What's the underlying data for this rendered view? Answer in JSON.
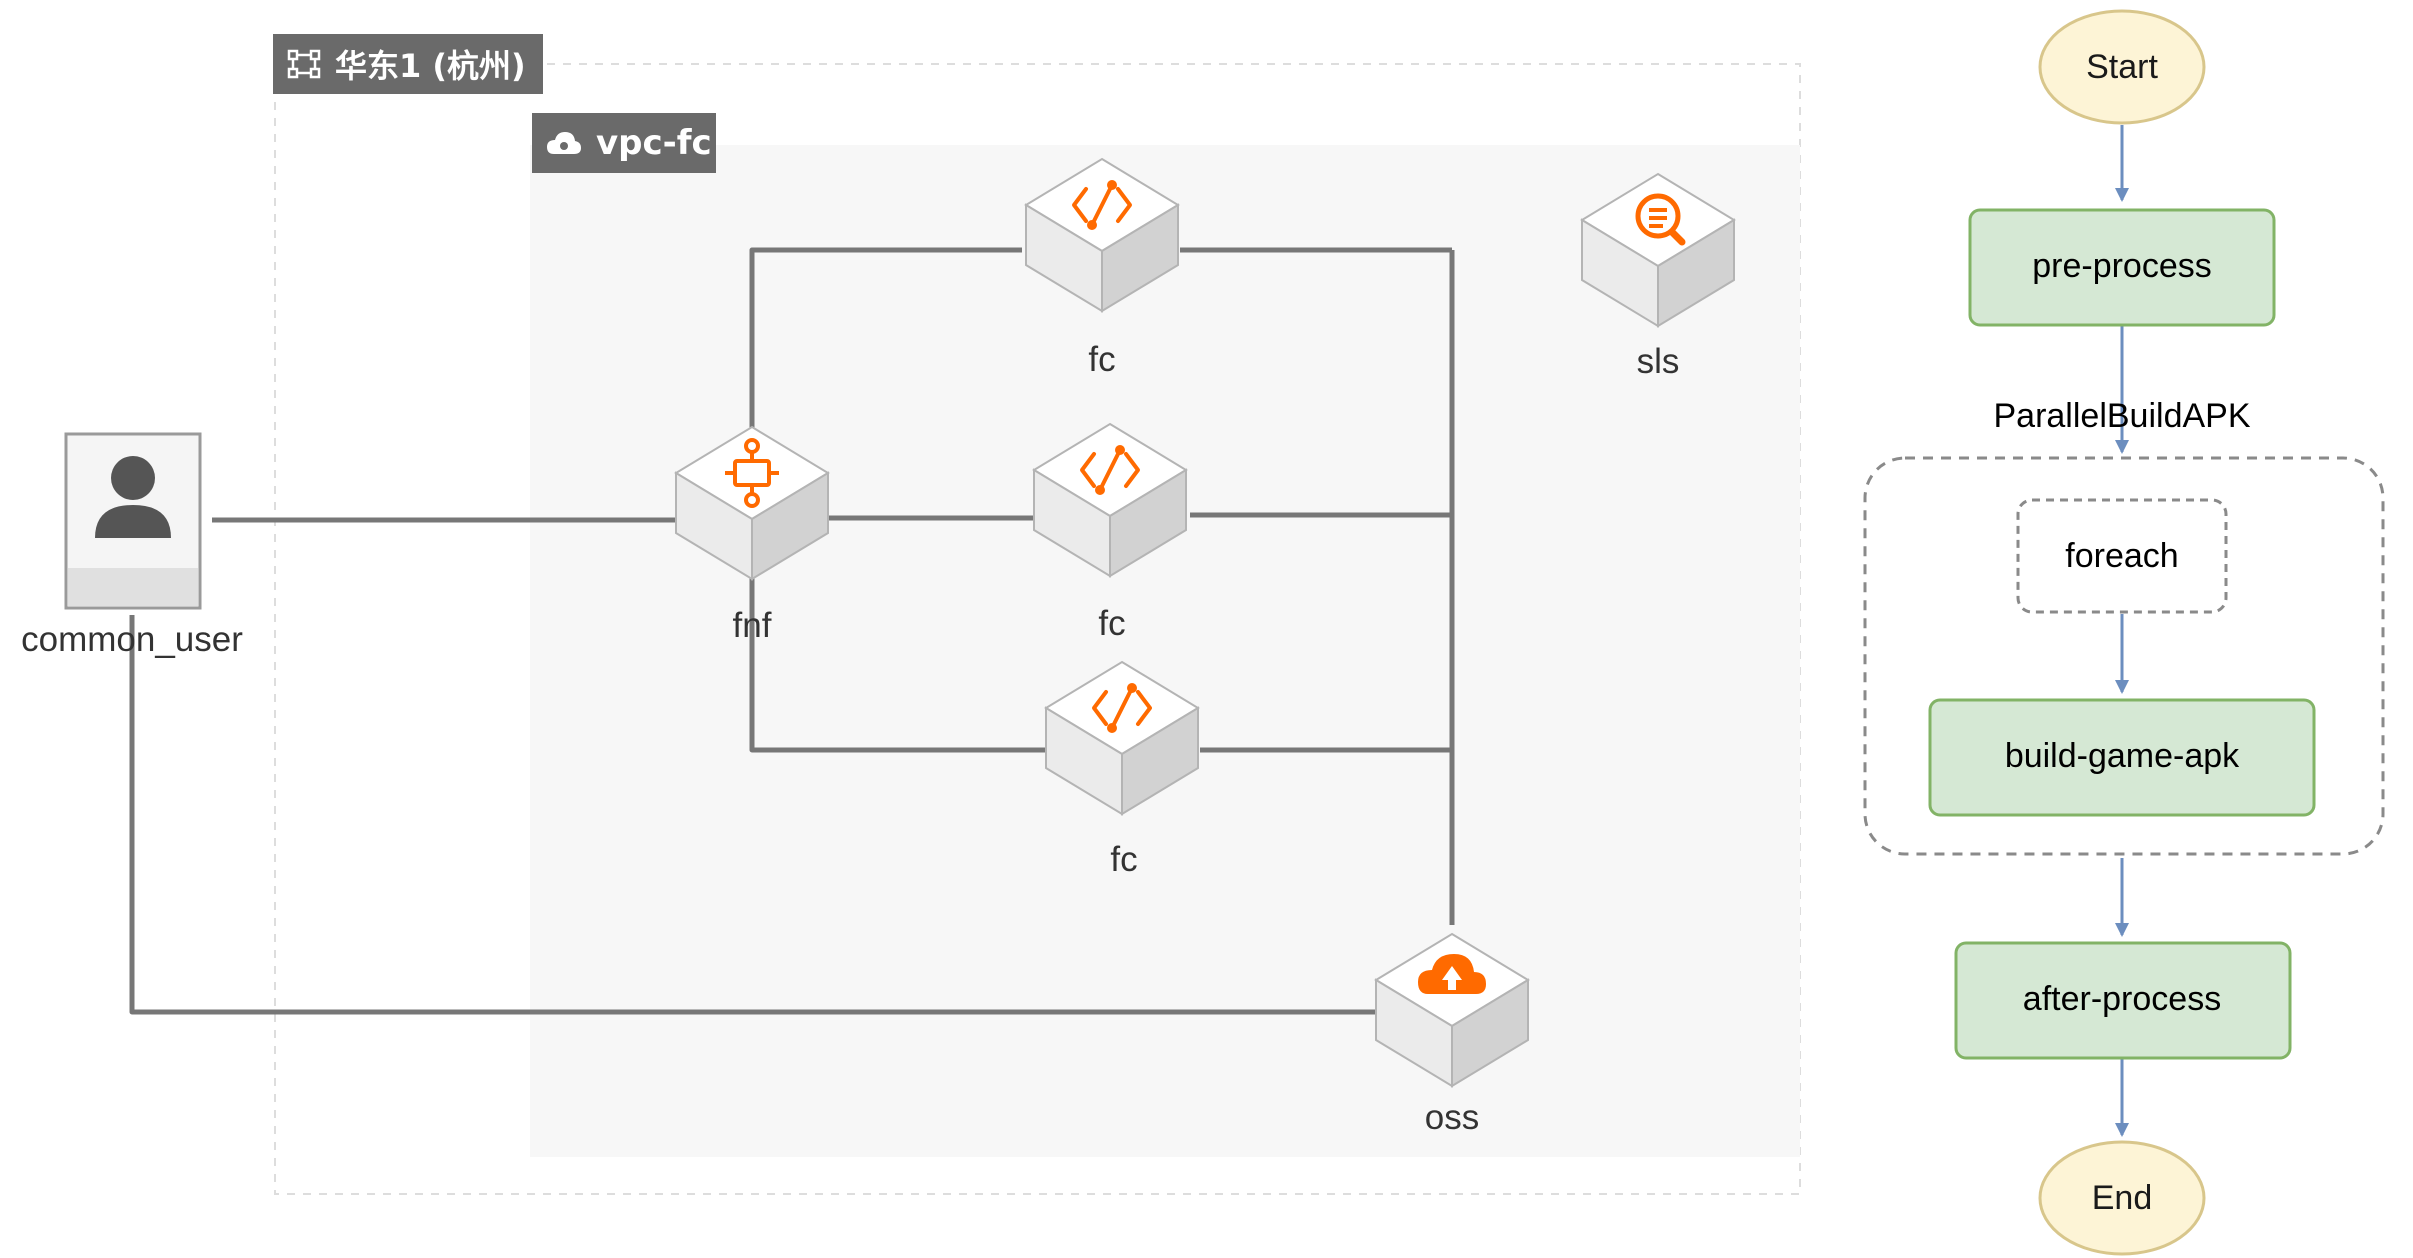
{
  "architecture": {
    "region_label": "华东1 (杭州)",
    "vpc_label": "vpc-fc",
    "nodes": {
      "common_user": {
        "label": "common_user",
        "icon": "user-icon"
      },
      "fnf": {
        "label": "fnf",
        "icon": "workflow-icon"
      },
      "fc_top": {
        "label": "fc",
        "icon": "function-compute-icon"
      },
      "fc_mid": {
        "label": "fc",
        "icon": "function-compute-icon"
      },
      "fc_bottom": {
        "label": "fc",
        "icon": "function-compute-icon"
      },
      "sls": {
        "label": "sls",
        "icon": "log-service-icon"
      },
      "oss": {
        "label": "oss",
        "icon": "object-storage-icon"
      }
    },
    "colors": {
      "accent": "#ff6a00",
      "connector": "#777777",
      "label_bg": "#6a6a6a"
    }
  },
  "flowchart": {
    "start": "Start",
    "pre_process": "pre-process",
    "parallel_label": "ParallelBuildAPK",
    "foreach": "foreach",
    "build": "build-game-apk",
    "after_process": "after-process",
    "end": "End",
    "colors": {
      "terminal_fill": "#fdf4d6",
      "terminal_stroke": "#d8c68b",
      "step_fill": "#d5e8d4",
      "step_stroke": "#82b366",
      "arrow": "#6c8ebf",
      "step_text": "#6b4a1e"
    }
  }
}
